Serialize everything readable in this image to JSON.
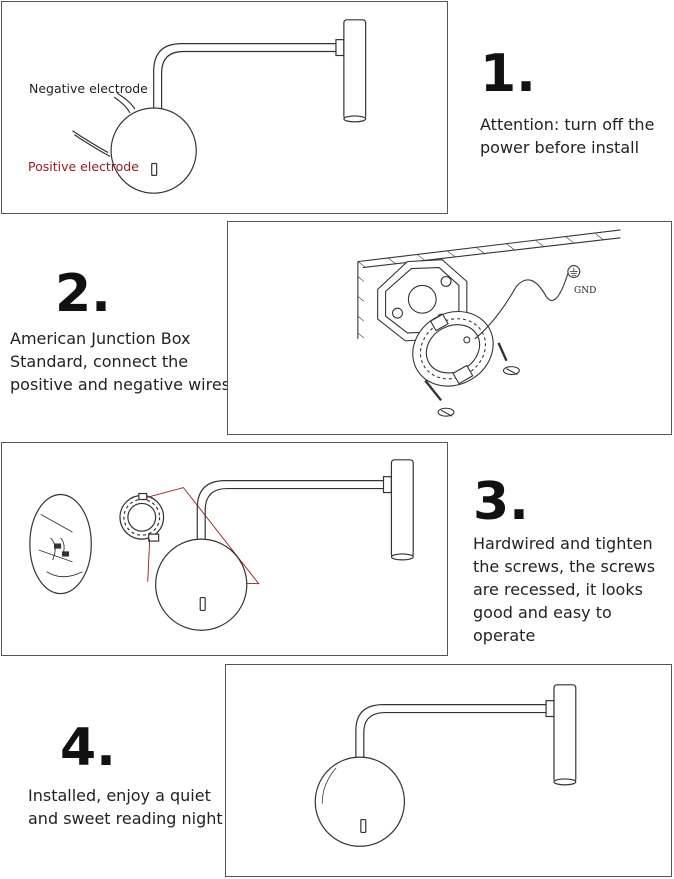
{
  "steps": [
    {
      "number": "1.",
      "text": "Attention: turn off the\npower before install"
    },
    {
      "number": "2.",
      "text": "American Junction Box\nStandard, connect the\npositive and negative wires"
    },
    {
      "number": "3.",
      "text": "Hardwired and tighten\nthe screws, the screws\nare recessed, it looks\ngood and easy to operate"
    },
    {
      "number": "4.",
      "text": "Installed, enjoy a quiet\nand sweet reading night"
    }
  ],
  "labels": {
    "negative": "Negative electrode",
    "positive": "Positive electrode",
    "gnd": "GND"
  },
  "colors": {
    "positive_label": "#9b1b1b",
    "border": "#555555",
    "drawing": "#333333"
  }
}
